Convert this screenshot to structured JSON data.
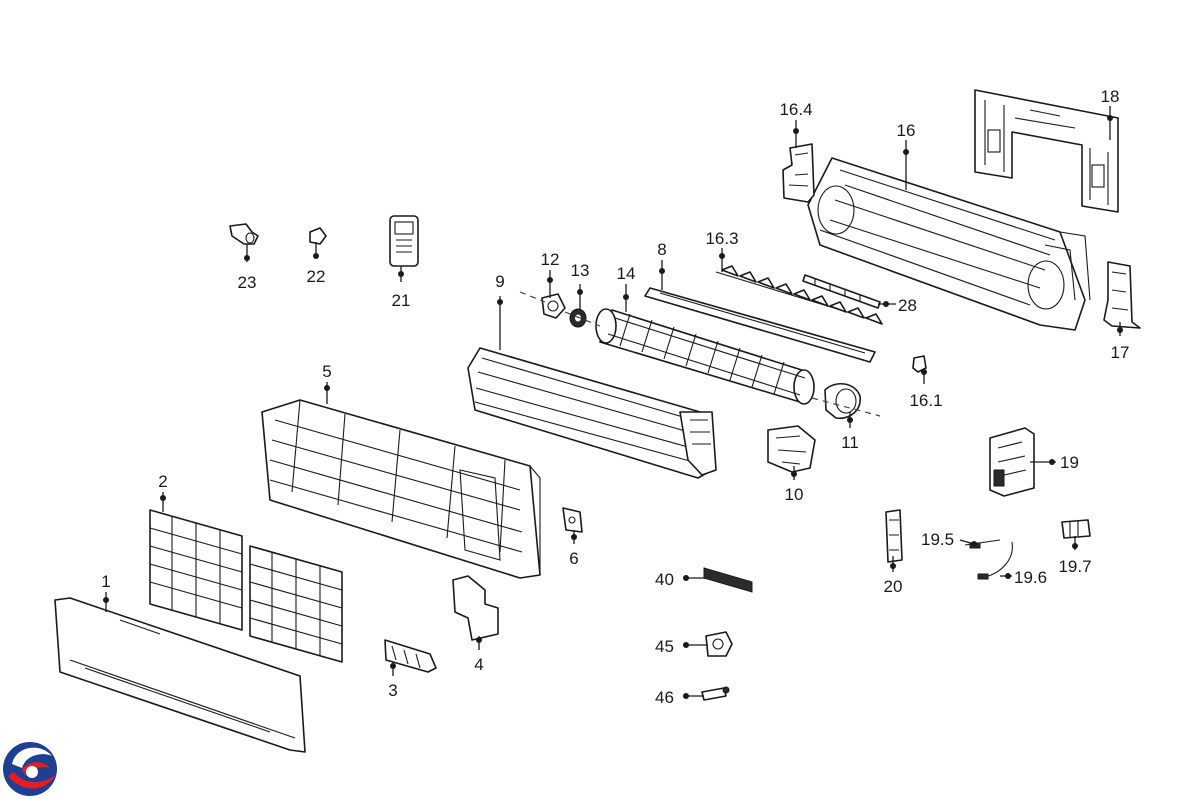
{
  "diagram": {
    "type": "exploded-parts-diagram",
    "part_labels": [
      "1",
      "2",
      "3",
      "4",
      "5",
      "6",
      "8",
      "9",
      "10",
      "11",
      "12",
      "13",
      "14",
      "16",
      "16.1",
      "16.3",
      "16.4",
      "17",
      "18",
      "19",
      "19.5",
      "19.6",
      "19.7",
      "20",
      "21",
      "22",
      "23",
      "28",
      "40",
      "45",
      "46"
    ]
  },
  "logo": {
    "icon": "brand-logo-icon",
    "colors": [
      "#1f3f93",
      "#e31e24"
    ]
  }
}
